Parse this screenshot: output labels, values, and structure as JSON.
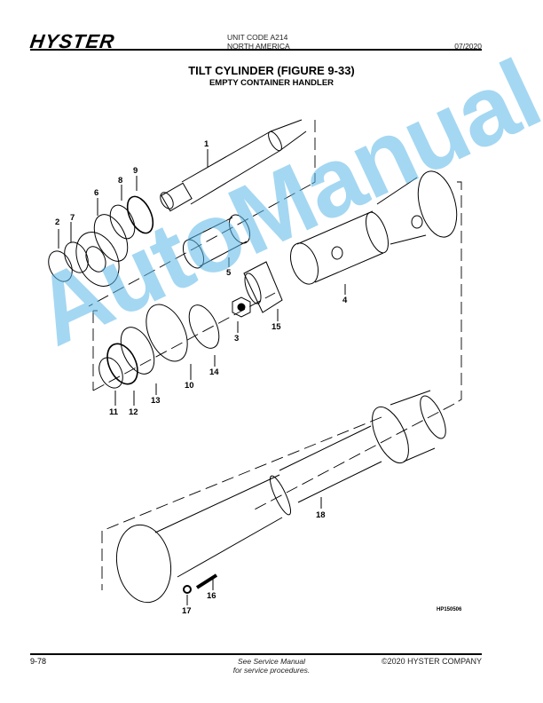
{
  "header": {
    "logo": "HYSTER",
    "unit_code": "UNIT CODE A214",
    "region": "NORTH AMERICA",
    "date": "07/2020"
  },
  "title": "TILT CYLINDER (FIGURE 9-33)",
  "subtitle": "EMPTY CONTAINER HANDLER",
  "figure": {
    "id": "HP150506",
    "callouts": [
      "1",
      "2",
      "3",
      "4",
      "5",
      "6",
      "7",
      "8",
      "9",
      "10",
      "11",
      "12",
      "13",
      "14",
      "15",
      "16",
      "17",
      "18"
    ]
  },
  "watermark": "AutoManual",
  "footer": {
    "page_number": "9-78",
    "note_line1": "See Service Manual",
    "note_line2": "for service procedures.",
    "copyright": "©2020 HYSTER COMPANY"
  }
}
